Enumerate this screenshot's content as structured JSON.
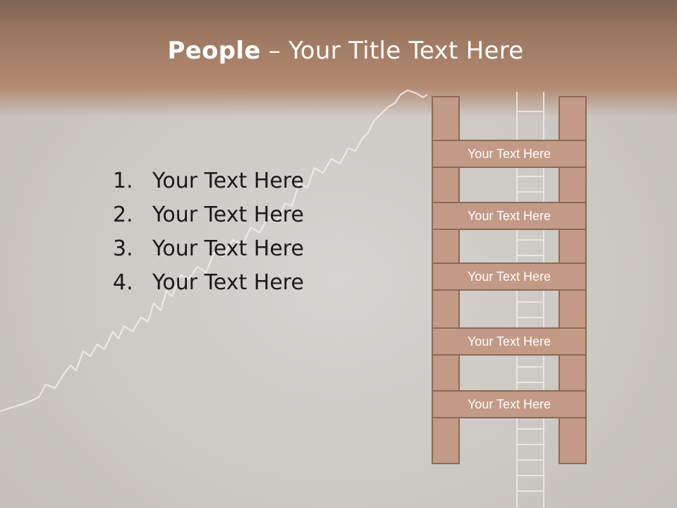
{
  "title": {
    "bold": "People",
    "dash": " – ",
    "rest": "Your Title Text Here"
  },
  "list": {
    "items": [
      {
        "num": "1.",
        "text": "Your Text Here"
      },
      {
        "num": "2.",
        "text": "Your Text Here"
      },
      {
        "num": "3.",
        "text": "Your Text Here"
      },
      {
        "num": "4.",
        "text": "Your Text Here"
      }
    ]
  },
  "ladder": {
    "rungs": [
      "Your Text Here",
      "Your Text Here",
      "Your Text Here",
      "Your Text Here",
      "Your Text Here"
    ]
  },
  "colors": {
    "title_band": "#a07a63",
    "ladder_fill": "#c39a85",
    "ladder_border": "#8a6a58",
    "background": "#cfcac6"
  }
}
